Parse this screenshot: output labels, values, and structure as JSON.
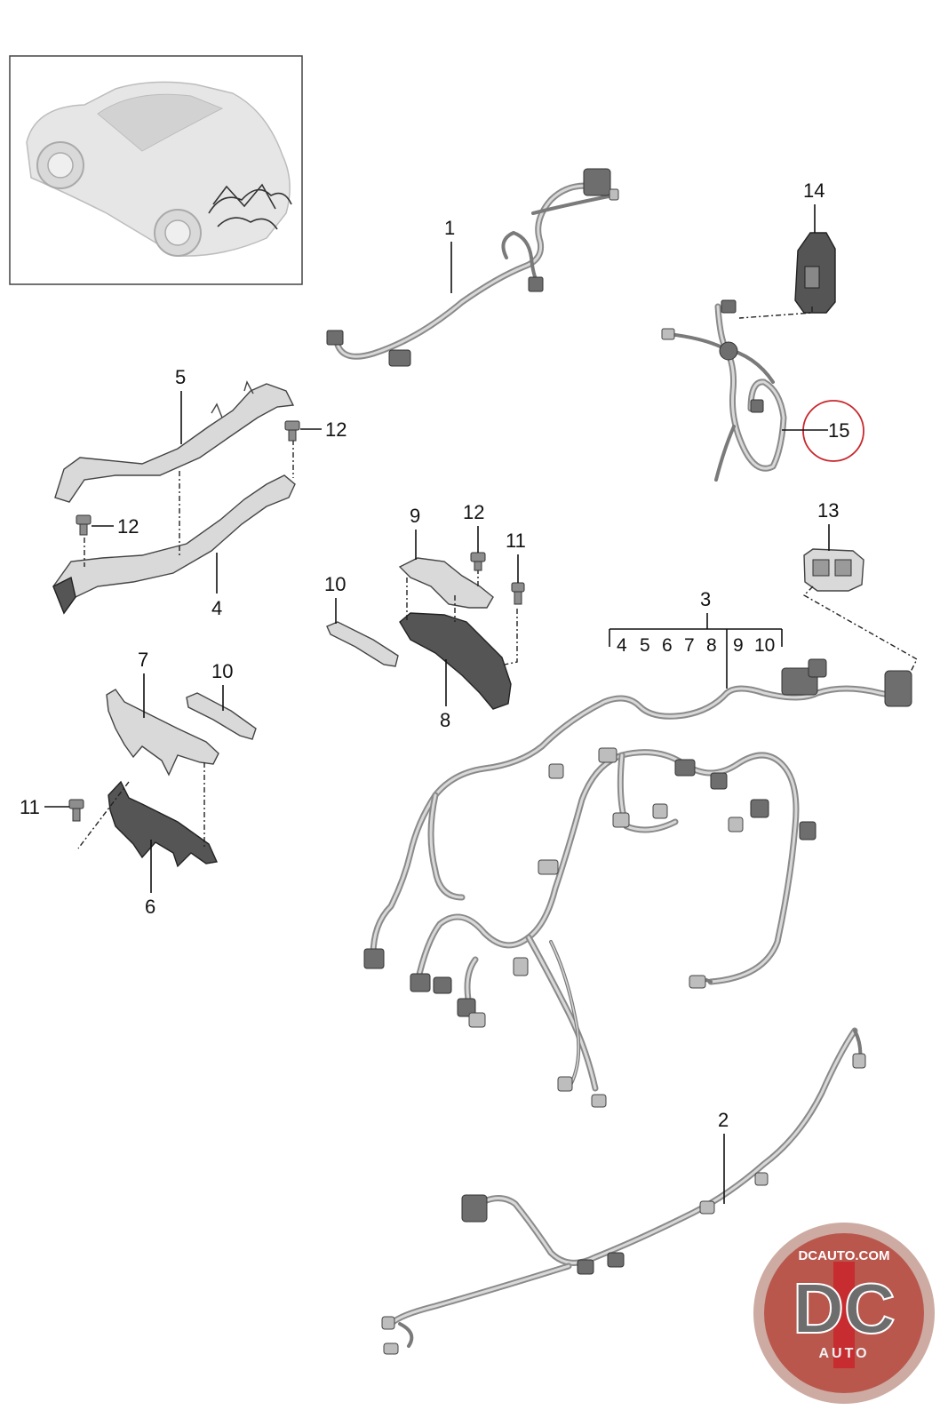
{
  "parts": [
    {
      "id": "1",
      "label": "1"
    },
    {
      "id": "2",
      "label": "2"
    },
    {
      "id": "3",
      "label": "3"
    },
    {
      "id": "4",
      "label": "4"
    },
    {
      "id": "5",
      "label": "5"
    },
    {
      "id": "6",
      "label": "6"
    },
    {
      "id": "7",
      "label": "7"
    },
    {
      "id": "8",
      "label": "8"
    },
    {
      "id": "9",
      "label": "9"
    },
    {
      "id": "10",
      "label": "10"
    },
    {
      "id": "11",
      "label": "11"
    },
    {
      "id": "12",
      "label": "12"
    },
    {
      "id": "13",
      "label": "13"
    },
    {
      "id": "14",
      "label": "14"
    },
    {
      "id": "15",
      "label": "15",
      "highlighted": true
    }
  ],
  "group_3_subitems": [
    "4",
    "5",
    "6",
    "7",
    "8",
    "9",
    "10"
  ],
  "highlight_color": "#c8282d",
  "watermark": {
    "top_text": "DCAUTO.COM",
    "main_text": "DC",
    "bottom_text": "AUTO",
    "colors": {
      "ring": "#c9a49a",
      "field": "#b5483e",
      "letters": "#6d6d6d",
      "stripe": "#c8282d"
    }
  }
}
